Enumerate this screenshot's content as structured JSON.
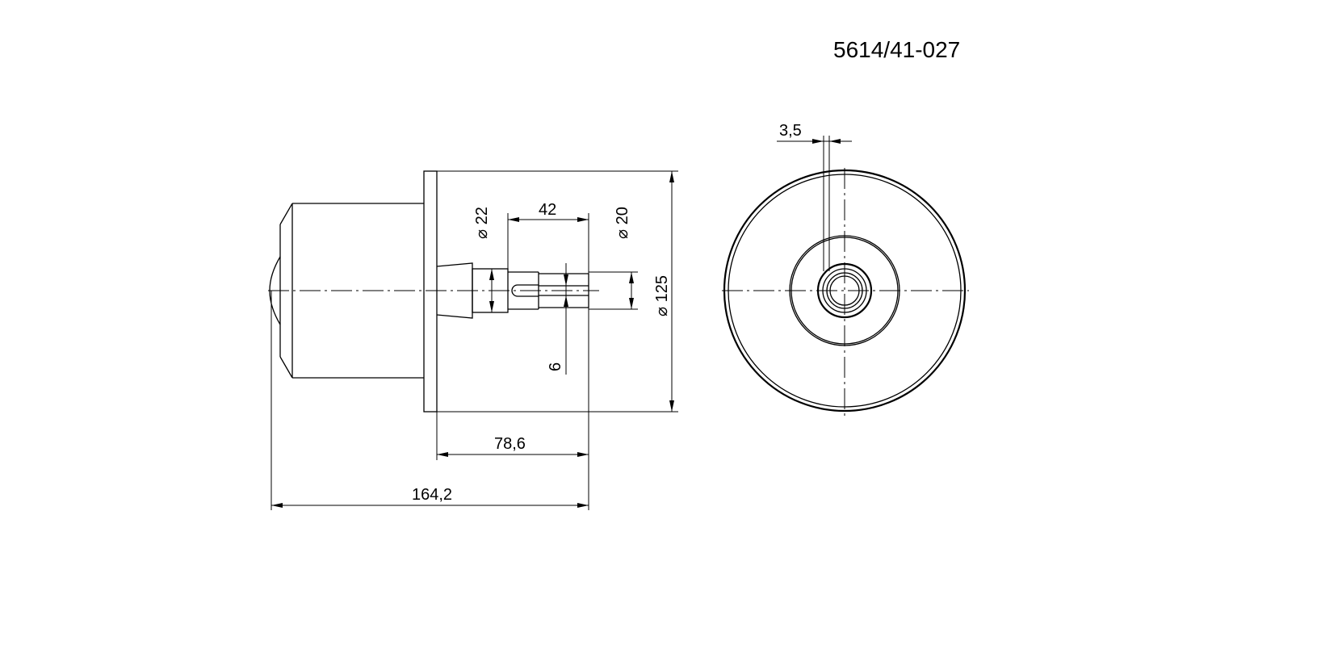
{
  "drawing": {
    "part_number": "5614/41-027",
    "side_view": {
      "dim_overall_length": "164,2",
      "dim_flange_to_shaft_end": "78,6",
      "dim_slot_length": "42",
      "dim_shaft_diameter_22": "22",
      "dim_shaft_diameter_20": "20",
      "dim_flange_diameter": "125",
      "dim_slot_width": "6",
      "diameter_symbol": "⌀"
    },
    "end_view": {
      "dim_key_width": "3,5"
    }
  }
}
